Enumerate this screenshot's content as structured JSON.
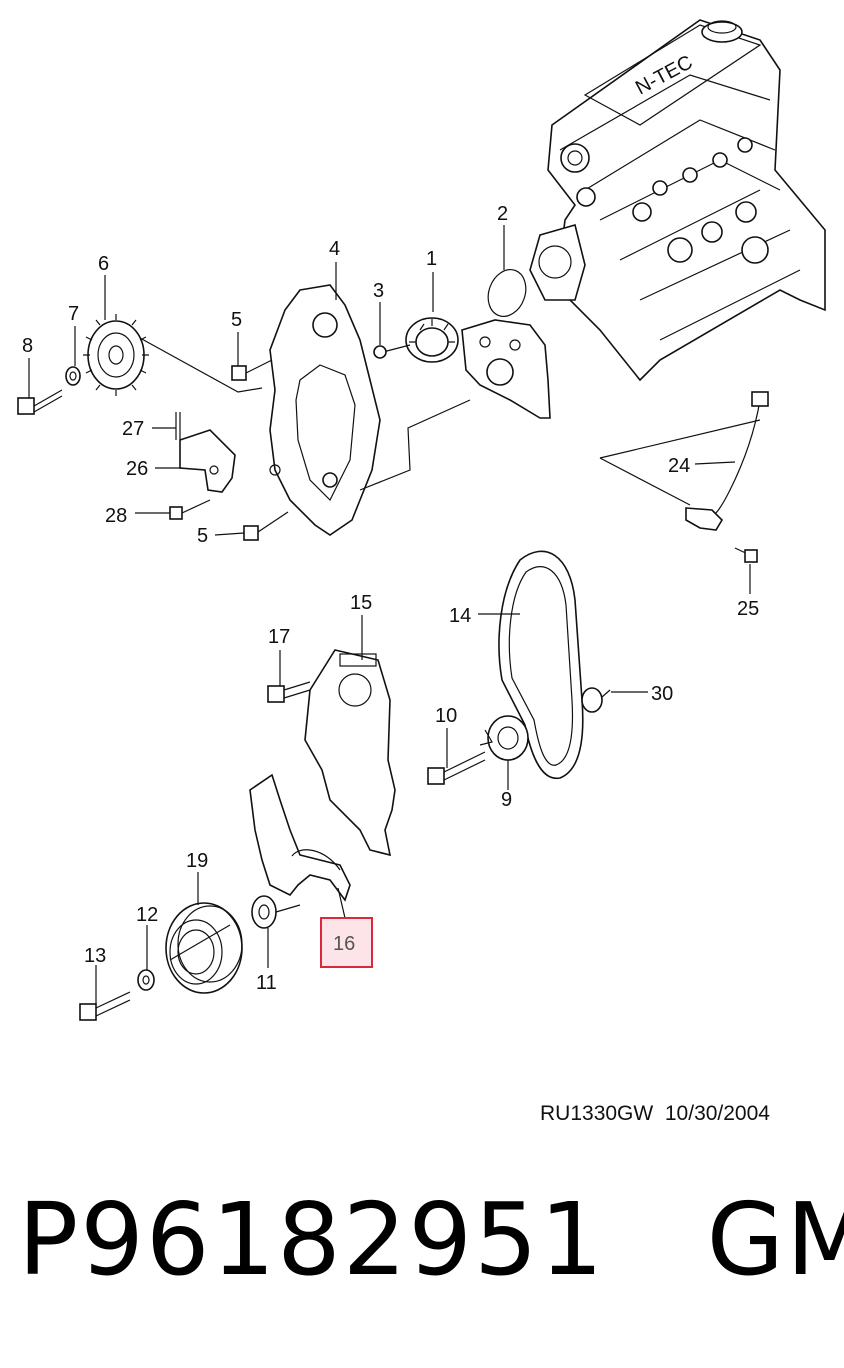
{
  "callouts": {
    "c1": "1",
    "c2": "2",
    "c3": "3",
    "c4": "4",
    "c5a": "5",
    "c5b": "5",
    "c6": "6",
    "c7": "7",
    "c8": "8",
    "c9": "9",
    "c10": "10",
    "c11": "11",
    "c12": "12",
    "c13": "13",
    "c14": "14",
    "c15": "15",
    "c16": "16",
    "c17": "17",
    "c19": "19",
    "c24": "24",
    "c25": "25",
    "c26": "26",
    "c27": "27",
    "c28": "28",
    "c30": "30"
  },
  "highlighted_callout": "16",
  "highlight_color": "#d9293b",
  "highlight_fill": "#fde4e8",
  "block_logo_text": "N-TEC",
  "drawing_ref": "RU1330GW  10/30/2004",
  "part_number": "P96182951",
  "brand": "GM"
}
